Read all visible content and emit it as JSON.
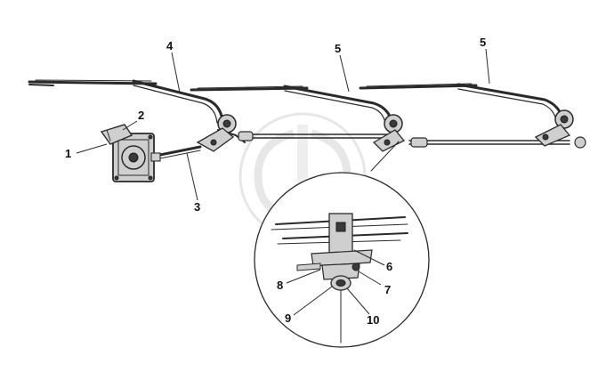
{
  "callouts": {
    "c1": "1",
    "c2": "2",
    "c3": "3",
    "c4": "4",
    "c5a": "5",
    "c5b": "5",
    "c6": "6",
    "c7": "7",
    "c8": "8",
    "c9": "9",
    "c10": "10"
  },
  "icons": {
    "watermark": "watermark-logo-icon"
  },
  "colors": {
    "ink": "#2a2a2a",
    "watermark": "#d9d9d9"
  }
}
